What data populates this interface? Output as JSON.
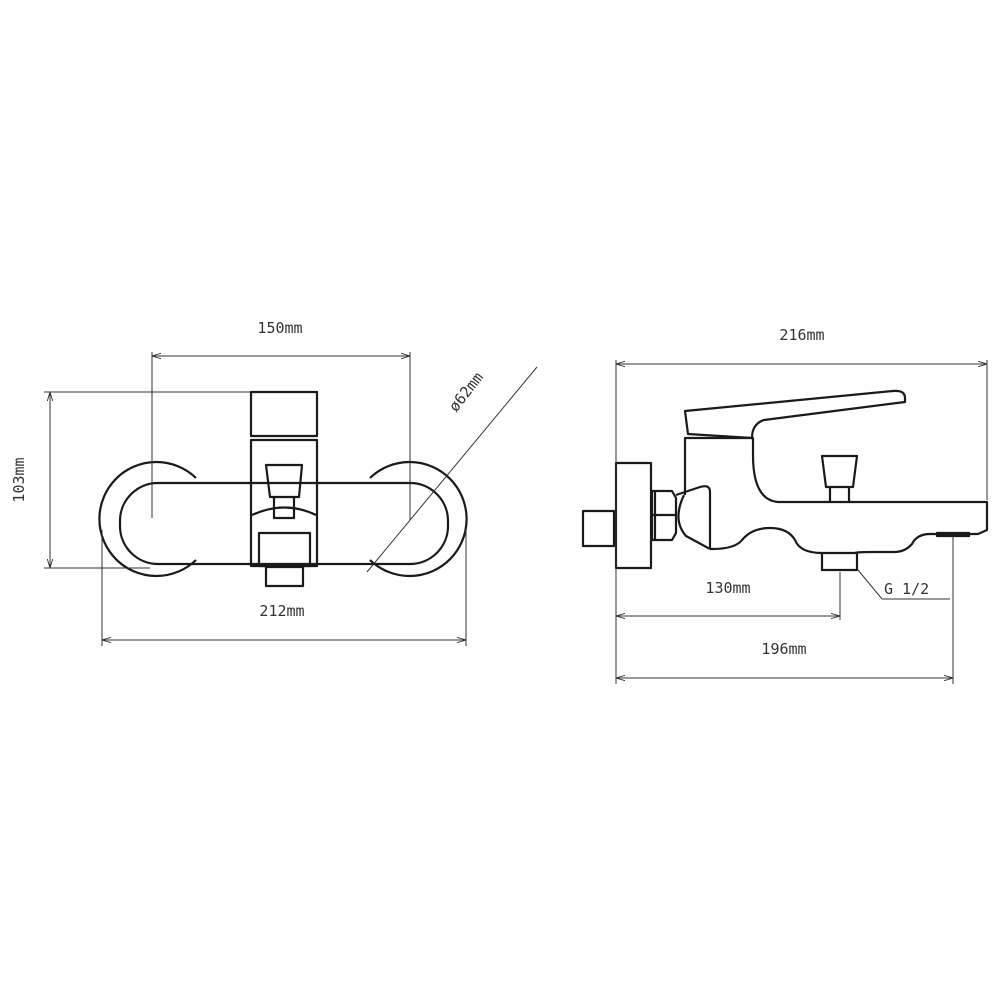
{
  "front_view": {
    "dim_centers": "150mm",
    "dim_height": "103mm",
    "dim_diameter": "ø62mm",
    "dim_width": "212mm"
  },
  "side_view": {
    "dim_total": "216mm",
    "dim_outlet": "130mm",
    "thread_label": "G 1/2",
    "dim_spout": "196mm"
  }
}
